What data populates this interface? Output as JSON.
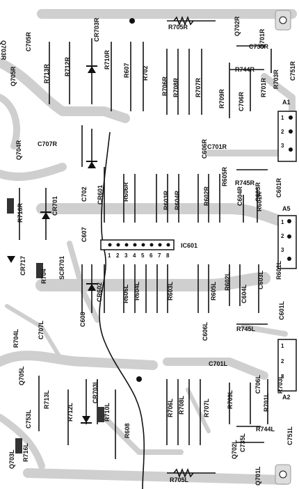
{
  "colors": {
    "paper": "#ffffff",
    "copper": "#cfcfcf",
    "ink": "#111111"
  },
  "ic_label": "IC601",
  "ic_pins": [
    "1",
    "2",
    "3",
    "4",
    "5",
    "6",
    "7",
    "8"
  ],
  "connectors": {
    "A1": {
      "label": "A1",
      "pins": [
        "1",
        "2",
        "3"
      ]
    },
    "A5": {
      "label": "A5",
      "pins": [
        "1",
        "2",
        "3"
      ]
    },
    "A2": {
      "label": "A2",
      "pins": [
        "1",
        "2",
        "3"
      ]
    }
  },
  "component_labels": [
    "Q703R",
    "Q705R",
    "C705R",
    "R713R",
    "R712R",
    "CR703R",
    "R710R",
    "R607",
    "R702",
    "R706R",
    "R708R",
    "R707R",
    "R709R",
    "C706R",
    "R701R",
    "R703R",
    "C751R",
    "C735R",
    "R744R",
    "Q702R",
    "Q701R",
    "R705R",
    "Q704R",
    "C707R",
    "R716R",
    "CR701",
    "C702",
    "CR601",
    "R606R",
    "R603R",
    "R604R",
    "R602R",
    "R605R",
    "R745R",
    "C603R",
    "C604R",
    "R601R",
    "C601R",
    "C701R",
    "C606R",
    "C607",
    "CR717",
    "R704",
    "SCR701",
    "CR602",
    "C608",
    "R606L",
    "R604L",
    "R603L",
    "R605L",
    "R602L",
    "C604L",
    "C603L",
    "R601L",
    "C601L",
    "R745L",
    "C606L",
    "C701L",
    "R704L",
    "C707L",
    "Q705L",
    "R713L",
    "R712L",
    "C753L",
    "Q703L",
    "R716L",
    "CR703L",
    "R710L",
    "R608",
    "R706L",
    "R708L",
    "R707L",
    "R709L",
    "C706L",
    "R701L",
    "R703L",
    "R744L",
    "C735L",
    "C751L",
    "Q702L",
    "Q701L",
    "R705L"
  ]
}
